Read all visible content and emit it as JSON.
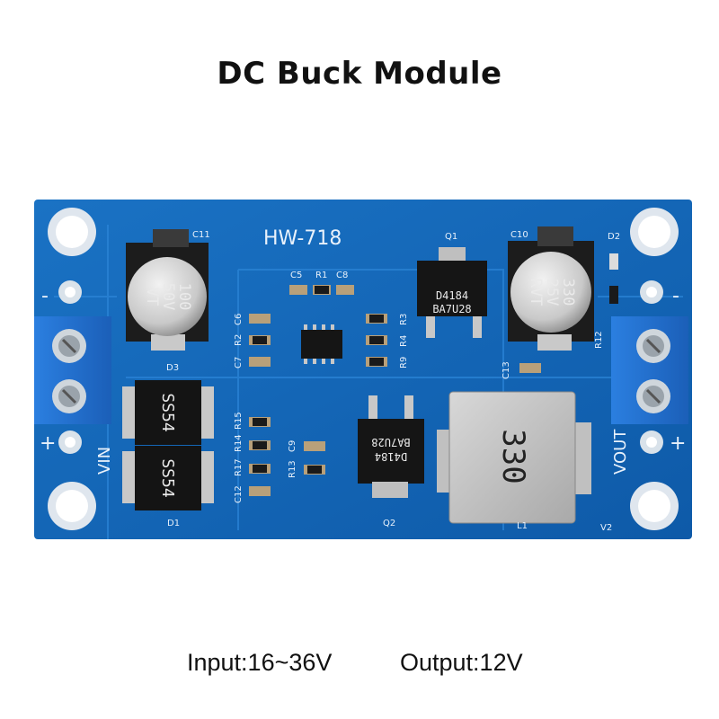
{
  "title": "DC Buck Module",
  "board": {
    "model": "HW-718",
    "vin_label": "VIN",
    "vout_label": "VOUT",
    "plus": "+",
    "minus": "-",
    "designators": {
      "C11": "C11",
      "C10": "C10",
      "D2": "D2",
      "Q1": "Q1",
      "D3": "D3",
      "C5": "C5",
      "R1": "R1",
      "C8": "C8",
      "C6": "C6",
      "R2": "R2",
      "C7": "C7",
      "R3": "R3",
      "R4": "R4",
      "R9": "R9",
      "R12": "R12",
      "C13": "C13",
      "R15": "R15",
      "R14": "R14",
      "R17": "R17",
      "C12": "C12",
      "C9": "C9",
      "R13": "R13",
      "D1": "D1",
      "Q2": "Q2",
      "L1": "L1",
      "V2": "V2"
    },
    "cap_in_lines": [
      "100",
      "50V",
      "VT"
    ],
    "cap_out_lines": [
      "330",
      "25V",
      "RVT"
    ],
    "mosfet_lines": [
      "D4184",
      "BA7U28"
    ],
    "diode_text": "SS54",
    "inductor_text": "330"
  },
  "specs": {
    "input": "Input:16~36V",
    "output": "Output:12V"
  }
}
